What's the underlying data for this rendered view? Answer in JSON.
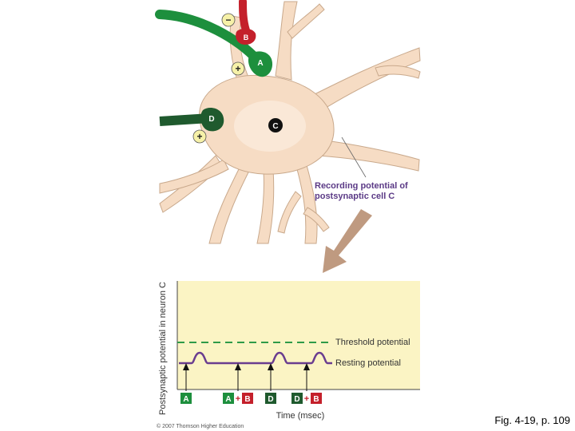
{
  "figure": {
    "neurons": {
      "b_label": "B",
      "a_label": "A",
      "d_label": "D",
      "c_label": "C",
      "b_sign": "−",
      "a_sign": "+",
      "d_sign": "+"
    },
    "recording_label_line1": "Recording potential of",
    "recording_label_line2": "postsynaptic cell C",
    "graph": {
      "ylabel": "Postsynaptic potential in neuron C",
      "xlabel": "Time (msec)",
      "threshold_label": "Threshold potential",
      "resting_label": "Resting potential",
      "stimuli": [
        {
          "text": "A",
          "parts": [
            {
              "t": "A",
              "color": "#1d8f3d"
            }
          ]
        },
        {
          "text": "A + B",
          "parts": [
            {
              "t": "A",
              "color": "#1d8f3d"
            },
            {
              "t": "+",
              "color": "#c4202b"
            },
            {
              "t": "B",
              "color": "#c4202b"
            }
          ]
        },
        {
          "text": "D",
          "parts": [
            {
              "t": "D",
              "color": "#1f5a2e"
            }
          ]
        },
        {
          "text": "D + B",
          "parts": [
            {
              "t": "D",
              "color": "#1f5a2e"
            },
            {
              "t": "+",
              "color": "#c4202b"
            },
            {
              "t": "B",
              "color": "#c4202b"
            }
          ]
        }
      ],
      "trace": [
        {
          "event": "A",
          "response": "EPSP"
        },
        {
          "event": "A + B",
          "response": "none"
        },
        {
          "event": "D",
          "response": "EPSP"
        },
        {
          "event": "D + B",
          "response": "EPSP"
        }
      ]
    },
    "copyright": "© 2007 Thomson Higher Education",
    "colors": {
      "cell_body": "#f6dcc4",
      "cell_outline": "#c9a98c",
      "neuron_a": "#1d8f3d",
      "neuron_b": "#c4202b",
      "neuron_d": "#1f5a2e",
      "graph_bg": "#fbf4c4",
      "threshold": "#2e9a48",
      "resting": "#6a3d8f",
      "arrow": "#bf9a80",
      "label_purple": "#5b3a86"
    }
  },
  "caption": "Fig. 4-19, p. 109"
}
